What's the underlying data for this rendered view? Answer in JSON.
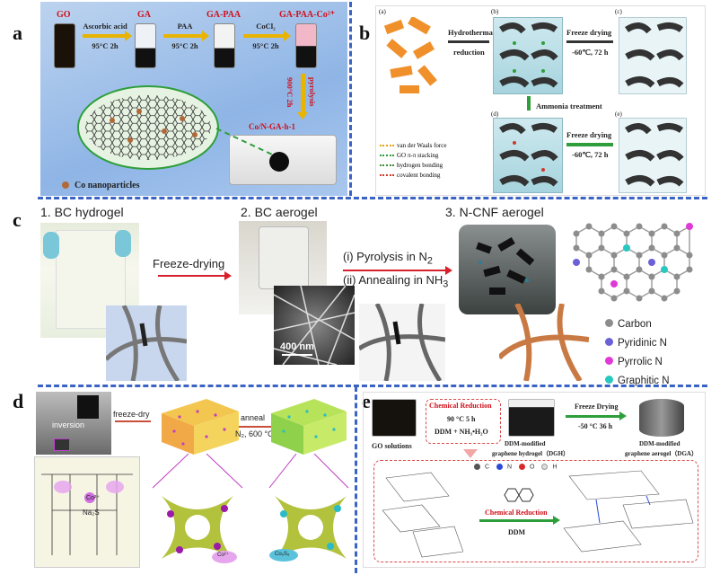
{
  "panels": {
    "a": "a",
    "b": "b",
    "c": "c",
    "d": "d",
    "e": "e"
  },
  "panel_a": {
    "samples": [
      "GO",
      "GA",
      "GA-PAA",
      "GA-PAA-Co²⁺"
    ],
    "steps": [
      {
        "reagent": "Ascorbic acid",
        "cond": "95°C  2h"
      },
      {
        "reagent": "PAA",
        "cond": "95°C  2h"
      },
      {
        "reagent": "CoCl₂",
        "cond": "95°C  2h"
      }
    ],
    "pyro": "pyrolysis",
    "pyro_cond": "900°C 2h",
    "product": "Co/N-GA-h-1",
    "legend": "Co nanoparticles"
  },
  "panel_b": {
    "sub": [
      "(a)",
      "(b)",
      "(c)",
      "(d)",
      "(e)"
    ],
    "hydro": "Hydrothermal",
    "hydro2": "reduction",
    "fd": "Freeze drying",
    "fd_cond": "-60℃,  72 h",
    "ammonia": "Ammonia  treatment",
    "legend": [
      "van der Waals force",
      "GO π-π stacking",
      "hydrogen bonding",
      "covalent bonding"
    ],
    "legend_colors": [
      "#e8a21a",
      "#2e9e3a",
      "#3c8d3c",
      "#d03a2a"
    ]
  },
  "panel_c": {
    "titles": [
      "1. BC hydrogel",
      "2. BC aerogel",
      "3. N-CNF aerogel"
    ],
    "fd": "Freeze-drying",
    "step1_pre": "(i) Pyrolysis in N",
    "step1_sub": "2",
    "step2_pre": "(ii) Annealing in NH",
    "step2_sub": "3",
    "scale": "400 nm",
    "legend": [
      {
        "label": "Carbon",
        "color": "#8d8d8d"
      },
      {
        "label": "Pyridinic N",
        "color": "#6b60d6"
      },
      {
        "label": "Pyrrolic N",
        "color": "#e03ad6"
      },
      {
        "label": "Graphitic N",
        "color": "#28c7c0"
      }
    ]
  },
  "panel_d": {
    "inversion": "inversion",
    "freeze": "freeze-dry",
    "anneal": "anneal",
    "anneal_cond": "N₂, 600 °C",
    "co": "Co²⁺",
    "na2s": "Na₂S",
    "co2": "Co²⁺",
    "cos": "Co₉S₈"
  },
  "panel_e": {
    "cr": "Chemical Reduction",
    "cond1": "90 °C 5 h",
    "cond2": "DDM + NH₃•H₂O",
    "fd": "Freeze Drying",
    "fd_cond": "-50 °C 36 h",
    "go": "GO solutions",
    "dgh1": "DDM-modified",
    "dgh2": "graphene hydrogel（DGH）",
    "dga1": "DDM-modified",
    "dga2": "graphene aerogel（DGA）",
    "atoms": [
      "C",
      "N",
      "O",
      "H"
    ],
    "cr2": "Chemical Reduction",
    "ddm": "DDM"
  }
}
